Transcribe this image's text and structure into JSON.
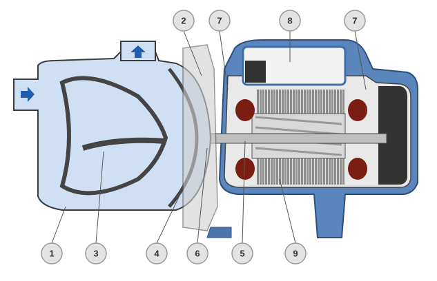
{
  "diagram": {
    "title": "Centrifugal jet pump cross-section",
    "callouts_top": [
      "2",
      "7",
      "8",
      "7"
    ],
    "callouts_bottom": [
      "1",
      "3",
      "4",
      "6",
      "5",
      "9"
    ],
    "colors": {
      "pump_fill": "#cfe0f4",
      "pump_outline": "#3b3b3b",
      "motor_blue": "#3f6fa9",
      "stator_gray": "#8c8c8c",
      "badge_fill": "#e3e3e3",
      "arrow_blue": "#1f5fae"
    },
    "icons": [
      "inlet-arrow-icon",
      "outlet-arrow-icon"
    ]
  }
}
